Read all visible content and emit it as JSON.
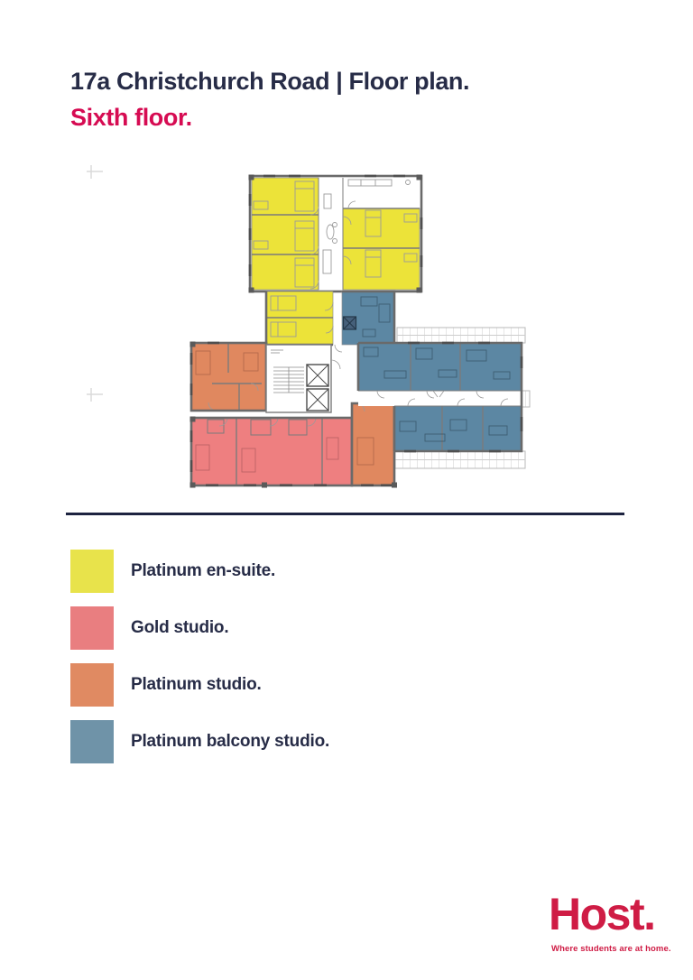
{
  "header": {
    "title": "17a Christchurch Road | Floor plan.",
    "subtitle": "Sixth floor."
  },
  "colors": {
    "navy": "#272c47",
    "crimson": "#d60b52",
    "brand_red": "#cf1c45",
    "divider": "#1d2340",
    "legend_yellow": "#e8e34b",
    "legend_salmon": "#e97e80",
    "legend_orange": "#e08a62",
    "legend_blue": "#6f93a8",
    "plan_yellow": "#ece339",
    "plan_salmon": "#ee7f80",
    "plan_orange": "#e0885f",
    "plan_blue": "#5c87a3",
    "wall": "#6a6a6a"
  },
  "legend": {
    "items": [
      {
        "id": "platinum-ensuite",
        "label": "Platinum en-suite.",
        "color_key": "legend_yellow"
      },
      {
        "id": "gold-studio",
        "label": "Gold studio.",
        "color_key": "legend_salmon"
      },
      {
        "id": "platinum-studio",
        "label": "Platinum studio.",
        "color_key": "legend_orange"
      },
      {
        "id": "platinum-balcony-studio",
        "label": "Platinum balcony studio.",
        "color_key": "legend_blue"
      }
    ]
  },
  "footer": {
    "logo": "Host.",
    "tagline": "Where students are at home."
  }
}
